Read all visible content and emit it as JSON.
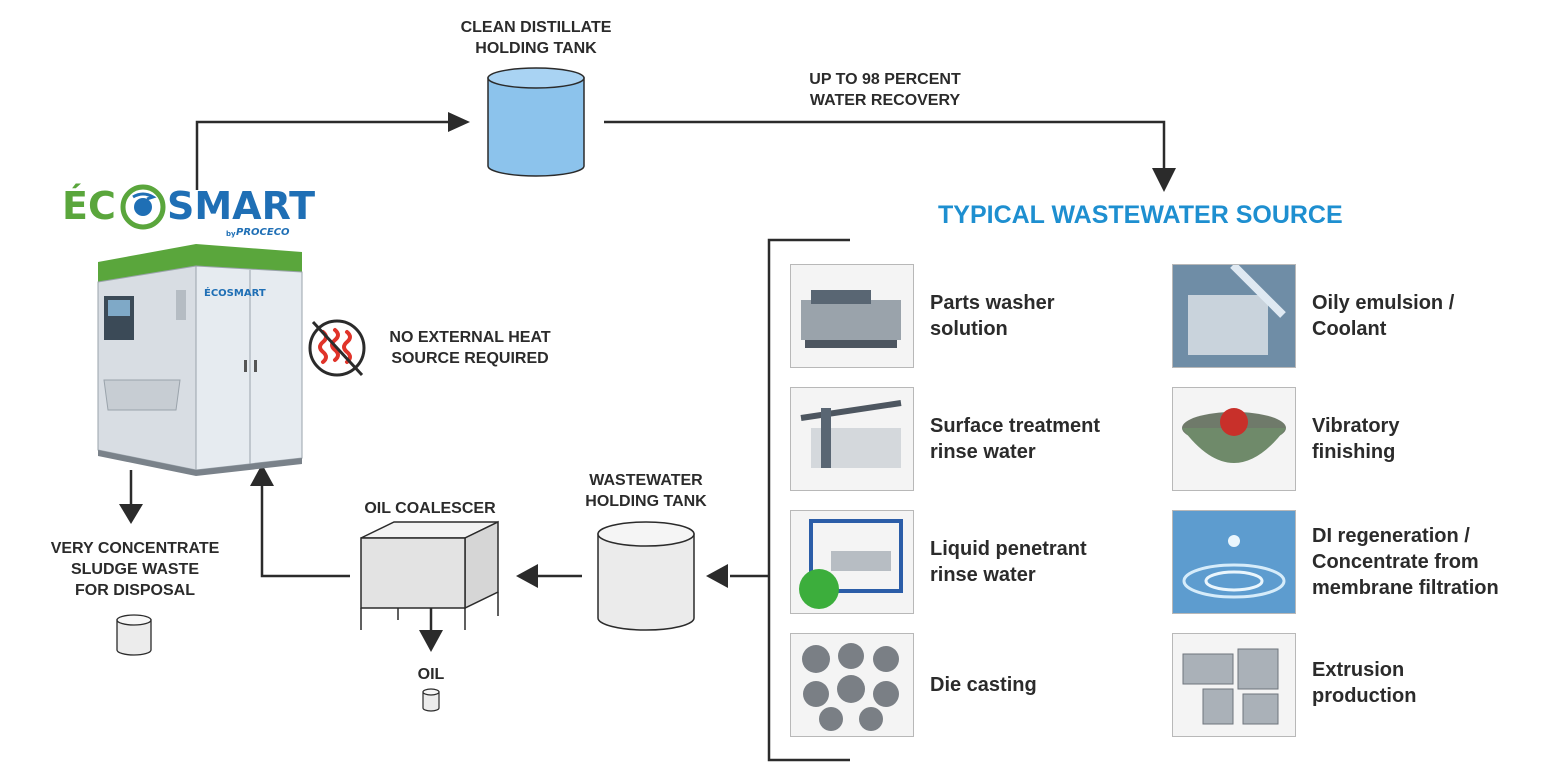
{
  "tanks": {
    "clean_distillate": "CLEAN DISTILLATE\nHOLDING TANK",
    "wastewater": "WASTEWATER\nHOLDING TANK"
  },
  "flow_labels": {
    "water_recovery": "UP TO 98 PERCENT\nWATER RECOVERY",
    "heat": "NO EXTERNAL HEAT\nSOURCE REQUIRED",
    "sludge": "VERY CONCENTRATE\nSLUDGE WASTE\nFOR DISPOSAL",
    "coalescer": "OIL COALESCER",
    "oil": "OIL"
  },
  "logo": {
    "eco": "ÉC",
    "smart": "SMART",
    "by": "by",
    "brand": "PROCECO",
    "machine_badge": "ÉCOSMART"
  },
  "wastewater_sources": {
    "title": "TYPICAL WASTEWATER SOURCE",
    "items": [
      {
        "label": "Parts washer\nsolution",
        "icon": "parts-washer-photo"
      },
      {
        "label": "Oily emulsion /\nCoolant",
        "icon": "coolant-photo"
      },
      {
        "label": "Surface treatment\nrinse water",
        "icon": "surface-treatment-photo"
      },
      {
        "label": "Vibratory\nfinishing",
        "icon": "vibratory-photo"
      },
      {
        "label": "Liquid penetrant\nrinse water",
        "icon": "penetrant-photo"
      },
      {
        "label": "DI regeneration /\nConcentrate from\nmembrane filtration",
        "icon": "water-drop-photo"
      },
      {
        "label": "Die casting",
        "icon": "die-casting-photo"
      },
      {
        "label": "Extrusion\nproduction",
        "icon": "extrusion-photo"
      }
    ]
  },
  "colors": {
    "accent_blue": "#1e8fd0",
    "logo_green": "#5aa63c",
    "logo_blue": "#1f6fb5",
    "tank_blue": "#8cc3ec",
    "no_heat_red": "#e0342a"
  }
}
